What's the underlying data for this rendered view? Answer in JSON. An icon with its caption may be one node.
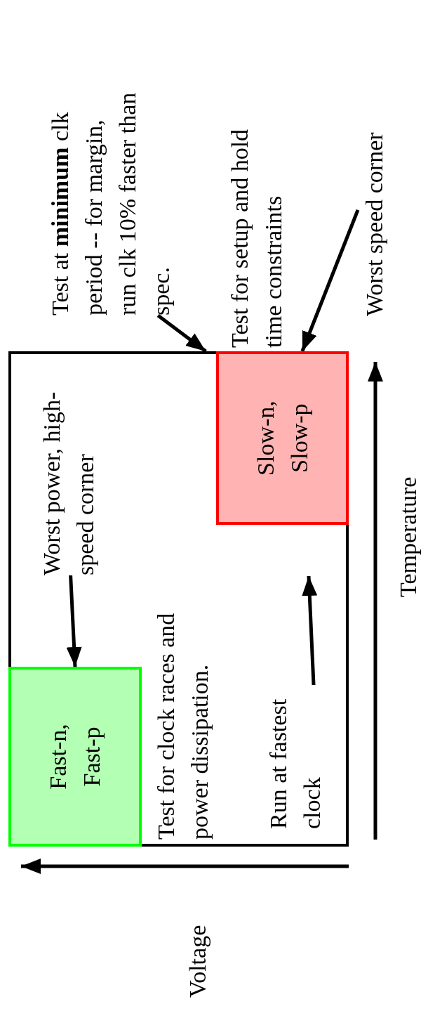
{
  "diagram": {
    "nodes": [
      {
        "text": [],
        "shape": "box"
      },
      {
        "text": [
          "Fast-n, Fast-p"
        ],
        "in": 0
      },
      {
        "text": [
          "Test for setup and hold time constraints",
          "Slow-n, Slow-p"
        ],
        "in": 0
      },
      {
        "text": [
          "Worst power, high-speed corner"
        ],
        "in": 0
      },
      {
        "text": [
          "Test at **minimum** clk period -- for margin, run clk 10% faster than spec."
        ]
      },
      {
        "text": [
          "Worst speed corner"
        ]
      }
    ],
    "edges": [
      {
        "from": 3,
        "to": 1,
        "arrow": "to"
      },
      {
        "from": 4,
        "to": 0,
        "arrow": "to"
      },
      {
        "from": 5,
        "to": 2,
        "arrow": "to"
      }
    ],
    "labels": [
      "Test for clock races and power dissipation.",
      "Run at fastest clock",
      "Voltage",
      "Temperature"
    ]
  }
}
